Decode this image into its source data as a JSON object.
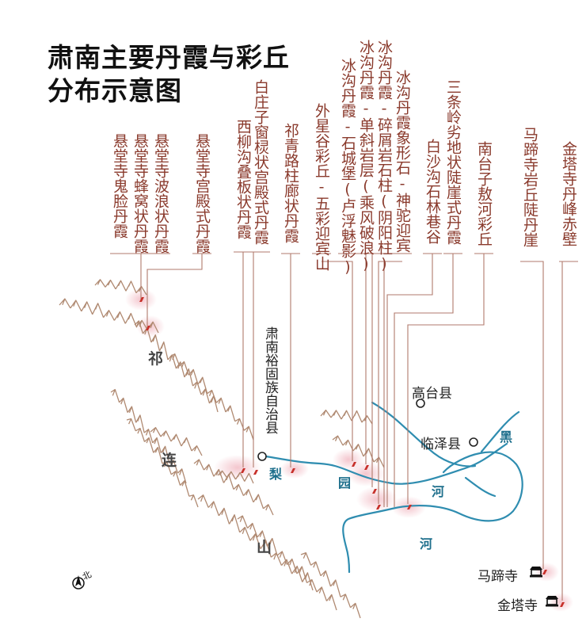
{
  "title_line1": "肃南主要丹霞与彩丘",
  "title_line2": "分布示意图",
  "sites": [
    "悬堂寺鬼脸丹霞",
    "悬堂寺蜂窝状丹霞",
    "悬堂寺波浪状丹霞",
    "悬堂寺宫殿式丹霞",
    "西柳沟叠板状丹霞",
    "白庄子窗棂状宫殿式丹霞",
    "祁青路柱廊状丹霞",
    "外星谷彩丘-五彩迎宾山",
    "冰沟丹霞-石城堡(卢浮魅影)",
    "冰沟丹霞-单斜岩层(乘风破浪)",
    "冰沟丹霞-碎屑岩石柱(阴阳柱)",
    "冰沟丹霞象形石-神驼迎宾",
    "白沙沟石林巷谷",
    "三条岭劣地状陡崖式丹霞",
    "南台子敖河彩丘",
    "马蹄寺岩丘陡丹崖",
    "金塔寺丹峰赤壁"
  ],
  "places": {
    "gaotai": "高台县",
    "linze": "临泽县",
    "sunan": "肃南裕固族自治县",
    "mati": "马蹄寺",
    "jinta": "金塔寺"
  },
  "mountains": [
    "祁",
    "连",
    "山"
  ],
  "rivers": {
    "li_yuan": [
      "梨",
      "园",
      "河"
    ],
    "hei": [
      "黑",
      "河"
    ]
  },
  "north": "北",
  "colors": {
    "leader": "#b07a6c",
    "label": "#8a3a2c",
    "marker": "#c7302a",
    "river": "#2f8db0",
    "mountain": "#b08a72",
    "halo": "#f3c3cb"
  }
}
